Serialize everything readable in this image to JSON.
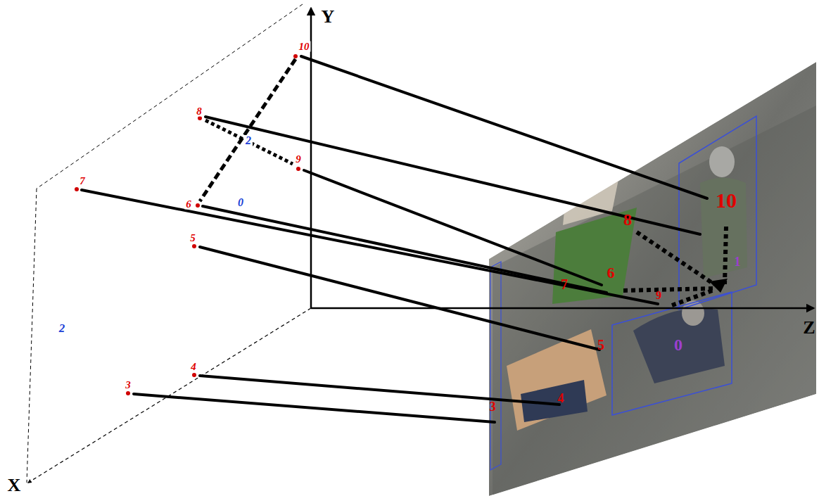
{
  "diagram": {
    "labels": [
      "Y",
      "Z",
      "X",
      "10",
      "8",
      "2",
      "9",
      "6",
      "0",
      "7",
      "5",
      "2",
      "4",
      "3",
      "10",
      "8",
      "6",
      "7",
      "1",
      "9",
      "5",
      "0",
      "3",
      "4"
    ]
  }
}
